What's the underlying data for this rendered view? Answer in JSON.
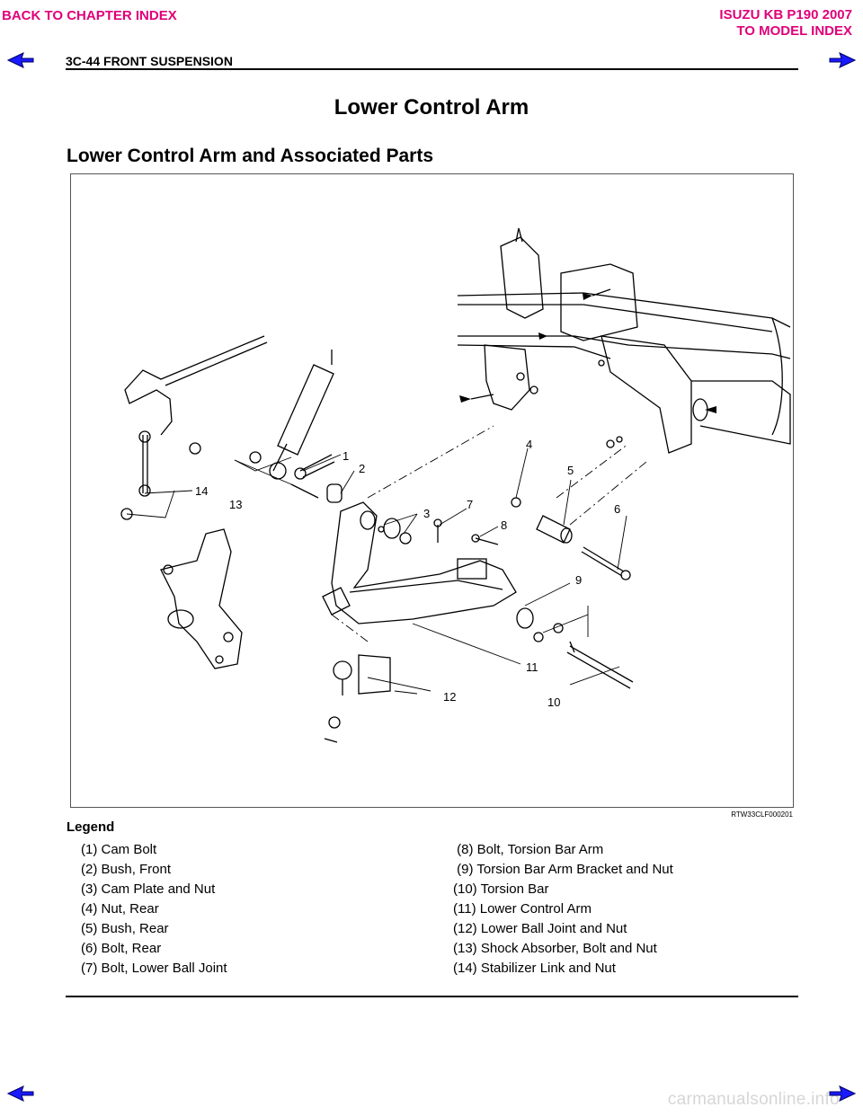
{
  "nav": {
    "back_to_chapter": "BACK TO CHAPTER INDEX",
    "model_line1": "ISUZU KB P190 2007",
    "model_line2": "TO MODEL INDEX"
  },
  "header": {
    "running_title": "3C-44  FRONT SUSPENSION"
  },
  "page": {
    "title": "Lower Control Arm",
    "section_title": "Lower Control Arm and Associated Parts"
  },
  "figure": {
    "code": "RTW33CLF000201",
    "callouts": [
      "1",
      "2",
      "3",
      "4",
      "5",
      "6",
      "7",
      "8",
      "9",
      "10",
      "11",
      "12",
      "13",
      "14"
    ]
  },
  "legend": {
    "title": "Legend",
    "left": [
      "(1) Cam Bolt",
      "(2) Bush, Front",
      "(3) Cam Plate and Nut",
      "(4) Nut, Rear",
      "(5) Bush, Rear",
      "(6) Bolt, Rear",
      "(7) Bolt, Lower Ball Joint"
    ],
    "right": [
      " (8) Bolt, Torsion Bar Arm",
      " (9) Torsion Bar Arm Bracket and Nut",
      "(10) Torsion Bar",
      "(11) Lower Control Arm",
      "(12) Lower Ball Joint and Nut",
      "(13) Shock Absorber, Bolt and Nut",
      "(14) Stabilizer Link and Nut"
    ]
  },
  "footer": {
    "watermark": "carmanualsonline.info"
  },
  "colors": {
    "link": "#e0007a",
    "arrow_fill": "#1a1aff"
  }
}
